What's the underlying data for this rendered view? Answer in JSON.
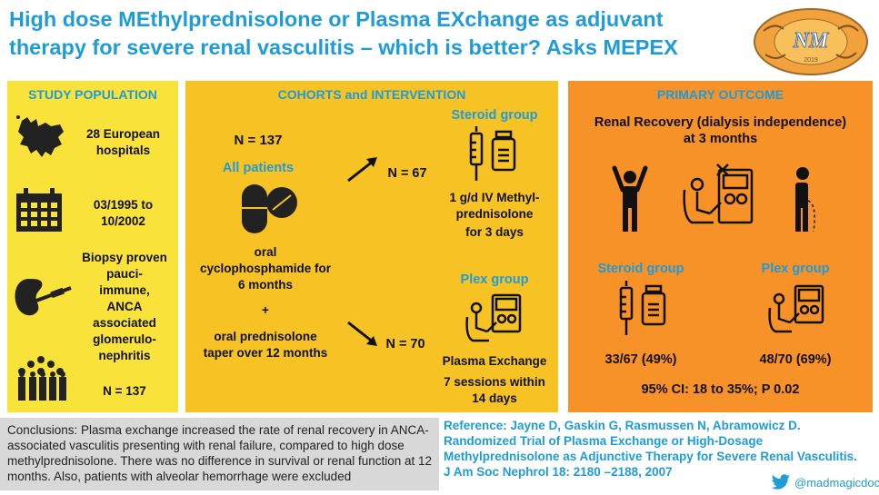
{
  "title": {
    "line1": "High dose MEthylprednisolone or Plasma EXchange as adjuvant",
    "line2": "therapy for severe renal vasculitis – which is better? Asks MEPEX"
  },
  "logo": {
    "text": "NM",
    "year": "2019"
  },
  "study_population": {
    "heading": "STUDY POPULATION",
    "hospitals_l1": "28 European",
    "hospitals_l2": "hospitals",
    "dates_l1": "03/1995 to",
    "dates_l2": "10/2002",
    "biopsy": [
      "Biopsy proven",
      "pauci-",
      "immune,",
      "ANCA",
      "associated",
      "glomerulo-",
      "nephritis"
    ],
    "n": "N = 137"
  },
  "cohorts": {
    "heading": "COHORTS and INTERVENTION",
    "n_total": "N = 137",
    "all_patients": "All patients",
    "drug1": [
      "oral",
      "cyclophosphamide for",
      "6 months"
    ],
    "plus": "+",
    "drug2": [
      "oral prednisolone",
      "taper over 12 months"
    ],
    "n_steroid": "N = 67",
    "n_plex": "N = 70",
    "steroid_group": "Steroid group",
    "steroid_desc": [
      "1 g/d IV Methyl-",
      "prednisolone"
    ],
    "steroid_duration": "for 3 days",
    "plex_group": "Plex group",
    "plex_desc": "Plasma Exchange",
    "plex_sessions": [
      "7 sessions within",
      "14 days"
    ]
  },
  "primary_outcome": {
    "heading": "PRIMARY OUTCOME",
    "desc": [
      "Renal Recovery (dialysis independence)",
      "at 3 months"
    ],
    "steroid_group": "Steroid group",
    "plex_group": "Plex group",
    "steroid_result": "33/67 (49%)",
    "plex_result": "48/70 (69%)",
    "ci": "95% CI: 18 to 35%; P 0.02"
  },
  "conclusions": "Conclusions: Plasma exchange increased the rate of renal recovery in ANCA-associated vasculitis presenting with renal failure, compared to high dose methylprednisolone. There was no difference in survival or renal function at 12 months. Also, patients with alveolar hemorrhage were excluded",
  "reference": {
    "l1": "Reference: Jayne D, Gaskin G, Rasmussen N, Abramowicz D.",
    "l2": "Randomized Trial of Plasma Exchange or High-Dosage",
    "l3": "Methylprednisolone as Adjunctive Therapy for Severe Renal Vasculitis.",
    "l4": "J Am Soc Nephrol 18: 2180 –2188, 2007"
  },
  "twitter": {
    "handle": "@madmagicdoc"
  },
  "colors": {
    "title": "#1f9bd7",
    "panel1": "#f9e23a",
    "panel2": "#f6c224",
    "panel3": "#f79228",
    "conclusions_bg": "#d8d8d8"
  }
}
